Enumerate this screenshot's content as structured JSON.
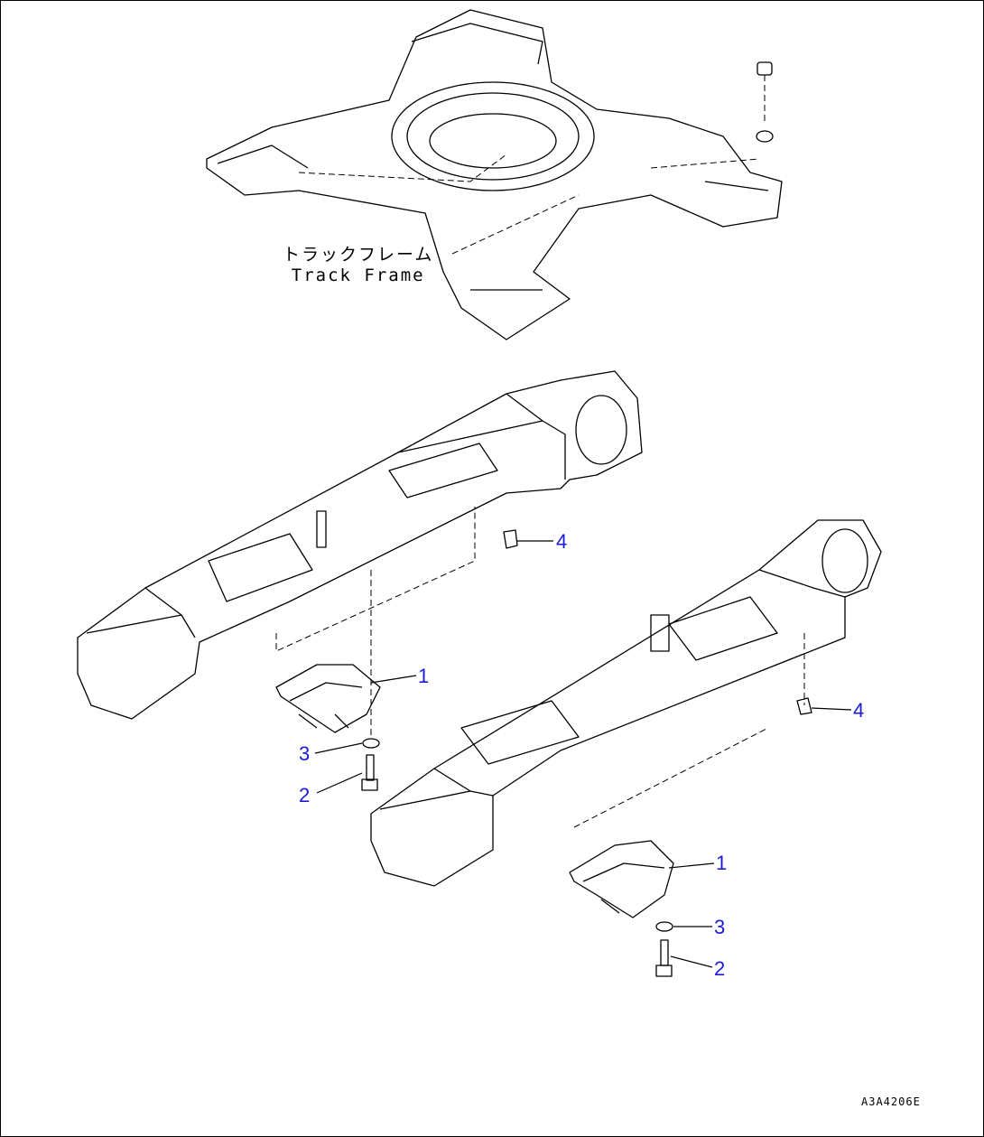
{
  "diagram": {
    "frame_label_jp": "トラックフレーム",
    "frame_label_en": "Track Frame",
    "drawing_code": "A3A4206E",
    "callout_color": "#1a1adc",
    "callouts_left": [
      {
        "number": "1"
      },
      {
        "number": "3"
      },
      {
        "number": "2"
      },
      {
        "number": "4"
      }
    ],
    "callouts_right": [
      {
        "number": "1"
      },
      {
        "number": "3"
      },
      {
        "number": "2"
      },
      {
        "number": "4"
      }
    ]
  }
}
